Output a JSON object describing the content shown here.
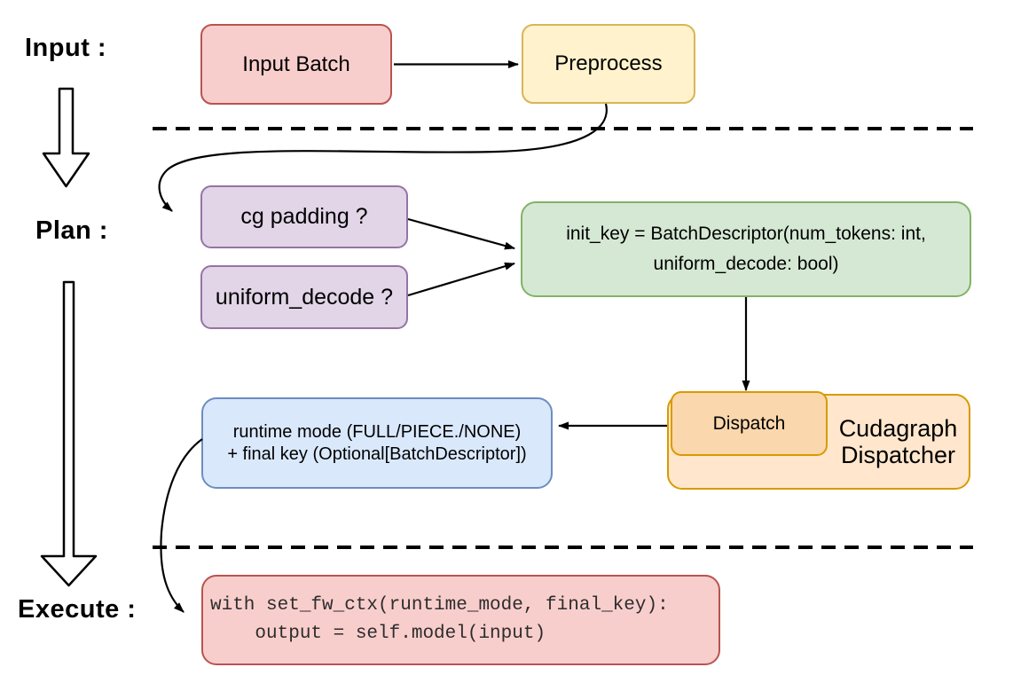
{
  "sections": {
    "input": "Input :",
    "plan": "Plan :",
    "execute": "Execute :"
  },
  "nodes": {
    "input_batch": {
      "label": "Input Batch",
      "fill": "#f8cecc",
      "border": "#b85450"
    },
    "preprocess": {
      "label": "Preprocess",
      "fill": "#fff2cc",
      "border": "#d6b656"
    },
    "cg_padding": {
      "label": "cg padding ?",
      "fill": "#e1d5e7",
      "border": "#9673a6"
    },
    "uniform_decode": {
      "label": "uniform_decode ?",
      "fill": "#e1d5e7",
      "border": "#9673a6"
    },
    "init_key": {
      "line1": "init_key = BatchDescriptor(num_tokens: int,",
      "line2": "uniform_decode: bool)",
      "fill": "#d5e8d4",
      "border": "#82b366"
    },
    "dispatch": {
      "label": "Dispatch",
      "fill": "#fad7ac",
      "border": "#d79b00"
    },
    "cudagraph_dispatcher": {
      "line1": "Cudagraph",
      "line2": "Dispatcher",
      "fill": "#ffe6cc",
      "border": "#d79b00"
    },
    "runtime_mode": {
      "line1": "runtime mode (FULL/PIECE./NONE)",
      "line2": "+ final key (Optional[BatchDescriptor])",
      "fill": "#dae8fc",
      "border": "#6c8ebf"
    },
    "execute_code": {
      "line1": "with set_fw_ctx(runtime_mode, final_key):",
      "line2": "    output = self.model(input)",
      "fill": "#f8cecc",
      "border": "#b85450"
    }
  },
  "style": {
    "background": "#ffffff",
    "connector_color": "#000000",
    "divider_color": "#000000",
    "label_color": "#000000",
    "code_text_color": "#2d2d2d"
  }
}
